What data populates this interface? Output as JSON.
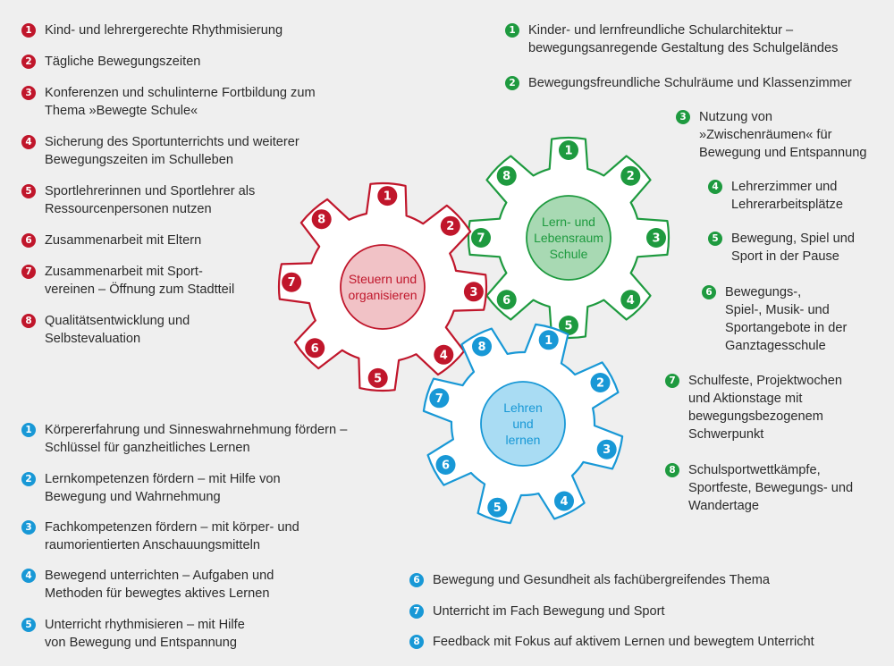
{
  "colors": {
    "red": "#c0162b",
    "green": "#1e9a3f",
    "blue": "#1898d6",
    "background": "#efefef"
  },
  "gears": {
    "red": {
      "label": "Steuern und\norganisieren",
      "numbers": [
        "1",
        "2",
        "3",
        "4",
        "5",
        "6",
        "7",
        "8"
      ]
    },
    "green": {
      "label": "Lern- und\nLebensraum\nSchule",
      "numbers": [
        "1",
        "2",
        "3",
        "4",
        "5",
        "6",
        "7",
        "8"
      ]
    },
    "blue": {
      "label": "Lehren\nund\nlernen",
      "numbers": [
        "1",
        "2",
        "3",
        "4",
        "5",
        "6",
        "7",
        "8"
      ]
    }
  },
  "red_items": [
    {
      "num": "1",
      "text": "Kind- und lehrergerechte Rhythmisierung"
    },
    {
      "num": "2",
      "text": "Tägliche Bewegungszeiten"
    },
    {
      "num": "3",
      "text": "Konferenzen und schulinterne Fortbildung zum\nThema »Bewegte Schule«"
    },
    {
      "num": "4",
      "text": "Sicherung des Sportunterrichts und weiterer\nBewegungszeiten im Schulleben"
    },
    {
      "num": "5",
      "text": "Sportlehrerinnen und Sportlehrer als\nRessourcenpersonen nutzen"
    },
    {
      "num": "6",
      "text": "Zusammenarbeit mit Eltern"
    },
    {
      "num": "7",
      "text": "Zusammenarbeit mit Sport-\nvereinen – Öffnung zum Stadtteil"
    },
    {
      "num": "8",
      "text": "Qualitätsentwicklung und\nSelbstevaluation"
    }
  ],
  "green_items": [
    {
      "num": "1",
      "text": "Kinder- und lernfreundliche Schularchitektur –\nbewegungsanregende Gestaltung des Schulgeländes"
    },
    {
      "num": "2",
      "text": "Bewegungsfreundliche Schulräume und Klassenzimmer"
    },
    {
      "num": "3",
      "text": "Nutzung von\n»Zwischenräumen« für\nBewegung und Entspannung"
    },
    {
      "num": "4",
      "text": "Lehrerzimmer und\nLehrerarbeitsplätze"
    },
    {
      "num": "5",
      "text": "Bewegung, Spiel und\nSport in der Pause"
    },
    {
      "num": "6",
      "text": "Bewegungs-,\nSpiel-, Musik- und\nSportangebote in der\nGanztagesschule"
    },
    {
      "num": "7",
      "text": "Schulfeste, Projektwochen\nund Aktionstage mit\nbewegungsbezogenem\nSchwerpunkt"
    },
    {
      "num": "8",
      "text": "Schulsportwettkämpfe,\nSportfeste, Bewegungs- und\nWandertage"
    }
  ],
  "blue_items": [
    {
      "num": "1",
      "text": "Körpererfahrung und Sinneswahrnehmung fördern –\nSchlüssel für ganzheitliches Lernen"
    },
    {
      "num": "2",
      "text": "Lernkompetenzen fördern – mit Hilfe von\nBewegung und Wahrnehmung"
    },
    {
      "num": "3",
      "text": "Fachkompetenzen fördern – mit körper- und\nraumorientierten Anschauungsmitteln"
    },
    {
      "num": "4",
      "text": "Bewegend unterrichten – Aufgaben und\nMethoden für bewegtes aktives Lernen"
    },
    {
      "num": "5",
      "text": "Unterricht rhythmisieren – mit Hilfe\nvon Bewegung und Entspannung"
    },
    {
      "num": "6",
      "text": "Bewegung und Gesundheit als fachübergreifendes Thema"
    },
    {
      "num": "7",
      "text": "Unterricht im Fach Bewegung und Sport"
    },
    {
      "num": "8",
      "text": "Feedback mit Fokus auf aktivem Lernen und bewegtem Unterricht"
    }
  ]
}
